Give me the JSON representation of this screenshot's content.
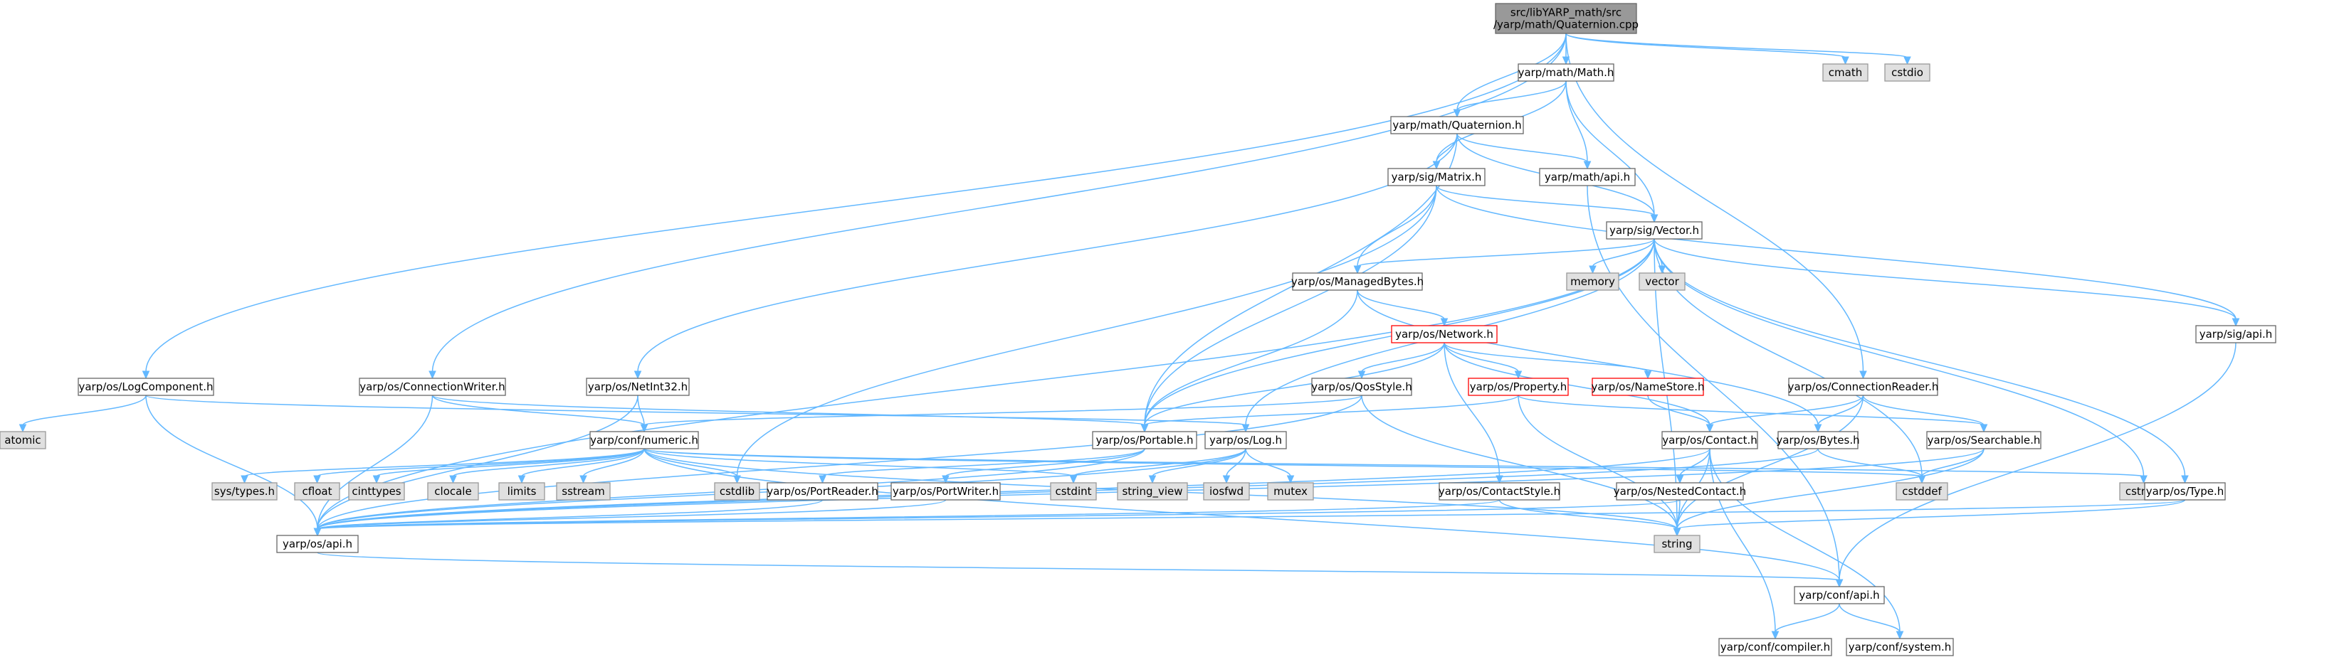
{
  "graph": {
    "title": "src/libYARP_math/src/yarp/math/Quaternion.cpp",
    "colors": {
      "edge": "#63b8ff",
      "root_fill": "#999999",
      "normal_fill": "#ffffff",
      "normal_border": "#666666",
      "external_fill": "#e0e0e0",
      "external_border": "#999999",
      "truncated_border": "#ff0000"
    },
    "nodes": [
      {
        "id": "root",
        "label": [
          "src/libYARP_math/src",
          "/yarp/math/Quaternion.cpp"
        ],
        "style": "root"
      },
      {
        "id": "math_h",
        "label": [
          "yarp/math/Math.h"
        ],
        "style": "normal"
      },
      {
        "id": "cmath",
        "label": [
          "cmath"
        ],
        "style": "external"
      },
      {
        "id": "cstdio",
        "label": [
          "cstdio"
        ],
        "style": "external"
      },
      {
        "id": "quaternion_h",
        "label": [
          "yarp/math/Quaternion.h"
        ],
        "style": "normal"
      },
      {
        "id": "matrix_h",
        "label": [
          "yarp/sig/Matrix.h"
        ],
        "style": "normal"
      },
      {
        "id": "mathapi_h",
        "label": [
          "yarp/math/api.h"
        ],
        "style": "normal"
      },
      {
        "id": "vector_h",
        "label": [
          "yarp/sig/Vector.h"
        ],
        "style": "normal"
      },
      {
        "id": "memory",
        "label": [
          "memory"
        ],
        "style": "external"
      },
      {
        "id": "vector",
        "label": [
          "vector"
        ],
        "style": "external"
      },
      {
        "id": "managedbytes_h",
        "label": [
          "yarp/os/ManagedBytes.h"
        ],
        "style": "normal"
      },
      {
        "id": "network_h",
        "label": [
          "yarp/os/Network.h"
        ],
        "style": "truncated"
      },
      {
        "id": "sigapi_h",
        "label": [
          "yarp/sig/api.h"
        ],
        "style": "normal"
      },
      {
        "id": "logcomponent_h",
        "label": [
          "yarp/os/LogComponent.h"
        ],
        "style": "normal"
      },
      {
        "id": "connectionwriter_h",
        "label": [
          "yarp/os/ConnectionWriter.h"
        ],
        "style": "normal"
      },
      {
        "id": "netint32_h",
        "label": [
          "yarp/os/NetInt32.h"
        ],
        "style": "normal"
      },
      {
        "id": "qosstyle_h",
        "label": [
          "yarp/os/QosStyle.h"
        ],
        "style": "normal"
      },
      {
        "id": "property_h",
        "label": [
          "yarp/os/Property.h"
        ],
        "style": "truncated"
      },
      {
        "id": "namestore_h",
        "label": [
          "yarp/os/NameStore.h"
        ],
        "style": "truncated"
      },
      {
        "id": "connectionreader_h",
        "label": [
          "yarp/os/ConnectionReader.h"
        ],
        "style": "normal"
      },
      {
        "id": "atomic",
        "label": [
          "atomic"
        ],
        "style": "external"
      },
      {
        "id": "numeric_h",
        "label": [
          "yarp/conf/numeric.h"
        ],
        "style": "normal"
      },
      {
        "id": "portable_h",
        "label": [
          "yarp/os/Portable.h"
        ],
        "style": "normal"
      },
      {
        "id": "log_h",
        "label": [
          "yarp/os/Log.h"
        ],
        "style": "normal"
      },
      {
        "id": "contact_h",
        "label": [
          "yarp/os/Contact.h"
        ],
        "style": "normal"
      },
      {
        "id": "bytes_h",
        "label": [
          "yarp/os/Bytes.h"
        ],
        "style": "normal"
      },
      {
        "id": "searchable_h",
        "label": [
          "yarp/os/Searchable.h"
        ],
        "style": "normal"
      },
      {
        "id": "systypes_h",
        "label": [
          "sys/types.h"
        ],
        "style": "external"
      },
      {
        "id": "cfloat",
        "label": [
          "cfloat"
        ],
        "style": "external"
      },
      {
        "id": "cinttypes",
        "label": [
          "cinttypes"
        ],
        "style": "external"
      },
      {
        "id": "clocale",
        "label": [
          "clocale"
        ],
        "style": "external"
      },
      {
        "id": "limits",
        "label": [
          "limits"
        ],
        "style": "external"
      },
      {
        "id": "sstream",
        "label": [
          "sstream"
        ],
        "style": "external"
      },
      {
        "id": "cstdlib",
        "label": [
          "cstdlib"
        ],
        "style": "external"
      },
      {
        "id": "portreader_h",
        "label": [
          "yarp/os/PortReader.h"
        ],
        "style": "normal"
      },
      {
        "id": "portwriter_h",
        "label": [
          "yarp/os/PortWriter.h"
        ],
        "style": "normal"
      },
      {
        "id": "cstdint",
        "label": [
          "cstdint"
        ],
        "style": "external"
      },
      {
        "id": "string_view",
        "label": [
          "string_view"
        ],
        "style": "external"
      },
      {
        "id": "iosfwd",
        "label": [
          "iosfwd"
        ],
        "style": "external"
      },
      {
        "id": "mutex",
        "label": [
          "mutex"
        ],
        "style": "external"
      },
      {
        "id": "contactstyle_h",
        "label": [
          "yarp/os/ContactStyle.h"
        ],
        "style": "normal"
      },
      {
        "id": "nestedcontact_h",
        "label": [
          "yarp/os/NestedContact.h"
        ],
        "style": "normal"
      },
      {
        "id": "cstring",
        "label": [
          "cstring"
        ],
        "style": "external"
      },
      {
        "id": "cstddef",
        "label": [
          "cstddef"
        ],
        "style": "external"
      },
      {
        "id": "type_h",
        "label": [
          "yarp/os/Type.h"
        ],
        "style": "normal"
      },
      {
        "id": "string",
        "label": [
          "string"
        ],
        "style": "external"
      },
      {
        "id": "osapi_h",
        "label": [
          "yarp/os/api.h"
        ],
        "style": "normal"
      },
      {
        "id": "confapi_h",
        "label": [
          "yarp/conf/api.h"
        ],
        "style": "normal"
      },
      {
        "id": "compiler_h",
        "label": [
          "yarp/conf/compiler.h"
        ],
        "style": "normal"
      },
      {
        "id": "system_h",
        "label": [
          "yarp/conf/system.h"
        ],
        "style": "normal"
      }
    ],
    "edges": [
      [
        "root",
        "math_h"
      ],
      [
        "root",
        "cmath"
      ],
      [
        "root",
        "cstdio"
      ],
      [
        "root",
        "quaternion_h"
      ],
      [
        "root",
        "logcomponent_h"
      ],
      [
        "root",
        "connectionwriter_h"
      ],
      [
        "root",
        "connectionreader_h"
      ],
      [
        "math_h",
        "quaternion_h"
      ],
      [
        "math_h",
        "matrix_h"
      ],
      [
        "math_h",
        "mathapi_h"
      ],
      [
        "math_h",
        "vector_h"
      ],
      [
        "quaternion_h",
        "matrix_h"
      ],
      [
        "quaternion_h",
        "mathapi_h"
      ],
      [
        "quaternion_h",
        "vector_h"
      ],
      [
        "quaternion_h",
        "netint32_h"
      ],
      [
        "quaternion_h",
        "portable_h"
      ],
      [
        "matrix_h",
        "vector_h"
      ],
      [
        "matrix_h",
        "managedbytes_h"
      ],
      [
        "matrix_h",
        "portable_h"
      ],
      [
        "matrix_h",
        "cstdlib"
      ],
      [
        "matrix_h",
        "sigapi_h"
      ],
      [
        "mathapi_h",
        "confapi_h"
      ],
      [
        "vector_h",
        "memory"
      ],
      [
        "vector_h",
        "vector"
      ],
      [
        "vector_h",
        "managedbytes_h"
      ],
      [
        "vector_h",
        "portable_h"
      ],
      [
        "vector_h",
        "log_h"
      ],
      [
        "vector_h",
        "cstring"
      ],
      [
        "vector_h",
        "cstddef"
      ],
      [
        "vector_h",
        "type_h"
      ],
      [
        "vector_h",
        "sigapi_h"
      ],
      [
        "vector_h",
        "string"
      ],
      [
        "vector_h",
        "osapi_h"
      ],
      [
        "managedbytes_h",
        "network_h"
      ],
      [
        "managedbytes_h",
        "portable_h"
      ],
      [
        "managedbytes_h",
        "bytes_h"
      ],
      [
        "network_h",
        "qosstyle_h"
      ],
      [
        "network_h",
        "property_h"
      ],
      [
        "network_h",
        "namestore_h"
      ],
      [
        "network_h",
        "contactstyle_h"
      ],
      [
        "network_h",
        "contact_h"
      ],
      [
        "network_h",
        "portable_h"
      ],
      [
        "sigapi_h",
        "confapi_h"
      ],
      [
        "logcomponent_h",
        "atomic"
      ],
      [
        "logcomponent_h",
        "osapi_h"
      ],
      [
        "logcomponent_h",
        "log_h"
      ],
      [
        "connectionwriter_h",
        "numeric_h"
      ],
      [
        "connectionwriter_h",
        "osapi_h"
      ],
      [
        "connectionwriter_h",
        "portable_h"
      ],
      [
        "netint32_h",
        "numeric_h"
      ],
      [
        "netint32_h",
        "osapi_h"
      ],
      [
        "qosstyle_h",
        "numeric_h"
      ],
      [
        "qosstyle_h",
        "osapi_h"
      ],
      [
        "qosstyle_h",
        "string"
      ],
      [
        "property_h",
        "portable_h"
      ],
      [
        "property_h",
        "searchable_h"
      ],
      [
        "property_h",
        "string"
      ],
      [
        "namestore_h",
        "contact_h"
      ],
      [
        "connectionreader_h",
        "contact_h"
      ],
      [
        "connectionreader_h",
        "bytes_h"
      ],
      [
        "connectionreader_h",
        "searchable_h"
      ],
      [
        "connectionreader_h",
        "string"
      ],
      [
        "numeric_h",
        "systypes_h"
      ],
      [
        "numeric_h",
        "cfloat"
      ],
      [
        "numeric_h",
        "cinttypes"
      ],
      [
        "numeric_h",
        "clocale"
      ],
      [
        "numeric_h",
        "limits"
      ],
      [
        "numeric_h",
        "sstream"
      ],
      [
        "numeric_h",
        "cstdlib"
      ],
      [
        "numeric_h",
        "cstdint"
      ],
      [
        "numeric_h",
        "cstring"
      ],
      [
        "numeric_h",
        "cstddef"
      ],
      [
        "numeric_h",
        "confapi_h"
      ],
      [
        "numeric_h",
        "string"
      ],
      [
        "portable_h",
        "portreader_h"
      ],
      [
        "portable_h",
        "portwriter_h"
      ],
      [
        "portable_h",
        "osapi_h"
      ],
      [
        "log_h",
        "cstdint"
      ],
      [
        "log_h",
        "string_view"
      ],
      [
        "log_h",
        "iosfwd"
      ],
      [
        "log_h",
        "mutex"
      ],
      [
        "log_h",
        "osapi_h"
      ],
      [
        "contact_h",
        "nestedcontact_h"
      ],
      [
        "contact_h",
        "string"
      ],
      [
        "contact_h",
        "osapi_h"
      ],
      [
        "contact_h",
        "compiler_h"
      ],
      [
        "contact_h",
        "system_h"
      ],
      [
        "bytes_h",
        "cstddef"
      ],
      [
        "bytes_h",
        "osapi_h"
      ],
      [
        "searchable_h",
        "cstddef"
      ],
      [
        "searchable_h",
        "string"
      ],
      [
        "searchable_h",
        "osapi_h"
      ],
      [
        "portreader_h",
        "osapi_h"
      ],
      [
        "portwriter_h",
        "osapi_h"
      ],
      [
        "contactstyle_h",
        "osapi_h"
      ],
      [
        "contactstyle_h",
        "string"
      ],
      [
        "nestedcontact_h",
        "string"
      ],
      [
        "nestedcontact_h",
        "osapi_h"
      ],
      [
        "type_h",
        "string"
      ],
      [
        "type_h",
        "osapi_h"
      ],
      [
        "osapi_h",
        "confapi_h"
      ],
      [
        "confapi_h",
        "compiler_h"
      ],
      [
        "confapi_h",
        "system_h"
      ]
    ]
  }
}
